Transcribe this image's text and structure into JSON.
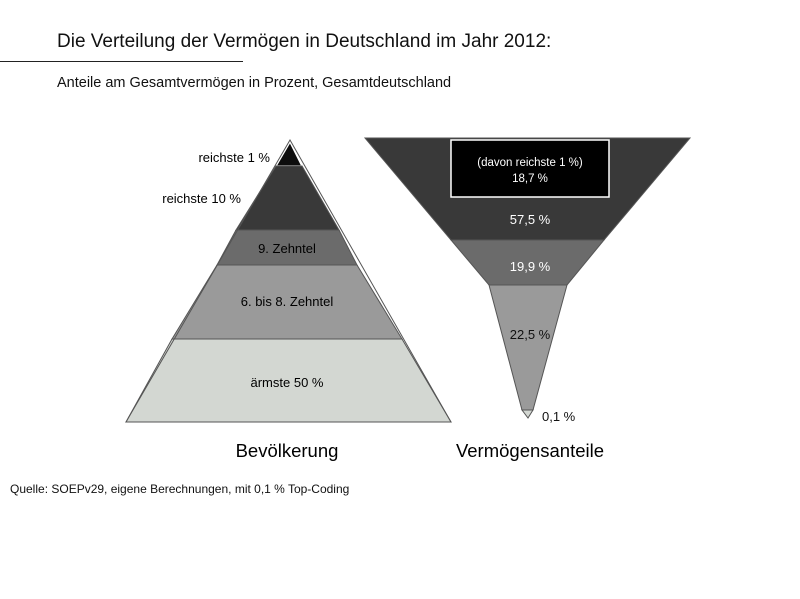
{
  "title": "Die Verteilung der Vermögen in Deutschland im Jahr 2012:",
  "subtitle": "Anteile am Gesamtvermögen in Prozent, Gesamtdeutschland",
  "source": "Quelle: SOEPv29, eigene Berechnungen, mit 0,1 % Top-Coding",
  "colors": {
    "top": "#0d0d0d",
    "dark": "#393939",
    "mid": "#6b6b6b",
    "light": "#9a9a9a",
    "lightest": "#d3d7d2",
    "frame": "#555555"
  },
  "chart_data": [
    {
      "type": "pyramid",
      "caption": "Bevölkerung",
      "segments": [
        {
          "label": "reichste 1 %",
          "share": 1,
          "color_key": "top",
          "label_position": "outside-left"
        },
        {
          "label": "reichste 10 %",
          "share": 9,
          "color_key": "dark",
          "label_position": "outside-left"
        },
        {
          "label": "9. Zehntel",
          "share": 10,
          "color_key": "mid",
          "label_position": "inside"
        },
        {
          "label": "6. bis 8. Zehntel",
          "share": 30,
          "color_key": "light",
          "label_position": "inside"
        },
        {
          "label": "ärmste 50 %",
          "share": 50,
          "color_key": "lightest",
          "label_position": "inside"
        }
      ]
    },
    {
      "type": "inverted-pyramid",
      "caption": "Vermögensanteile",
      "segments": [
        {
          "label": "57,5 %",
          "value": 57.5,
          "color_key": "dark",
          "label_position": "inside"
        },
        {
          "label": "19,9 %",
          "value": 19.9,
          "color_key": "mid",
          "label_position": "inside"
        },
        {
          "label": "22,5 %",
          "value": 22.5,
          "color_key": "light",
          "label_position": "inside"
        },
        {
          "label": "0,1 %",
          "value": 0.1,
          "color_key": "lightest",
          "label_position": "outside-right"
        }
      ],
      "annotation": {
        "line1": "(davon reichste 1 %)",
        "line2": "18,7 %",
        "value": 18.7
      }
    }
  ]
}
